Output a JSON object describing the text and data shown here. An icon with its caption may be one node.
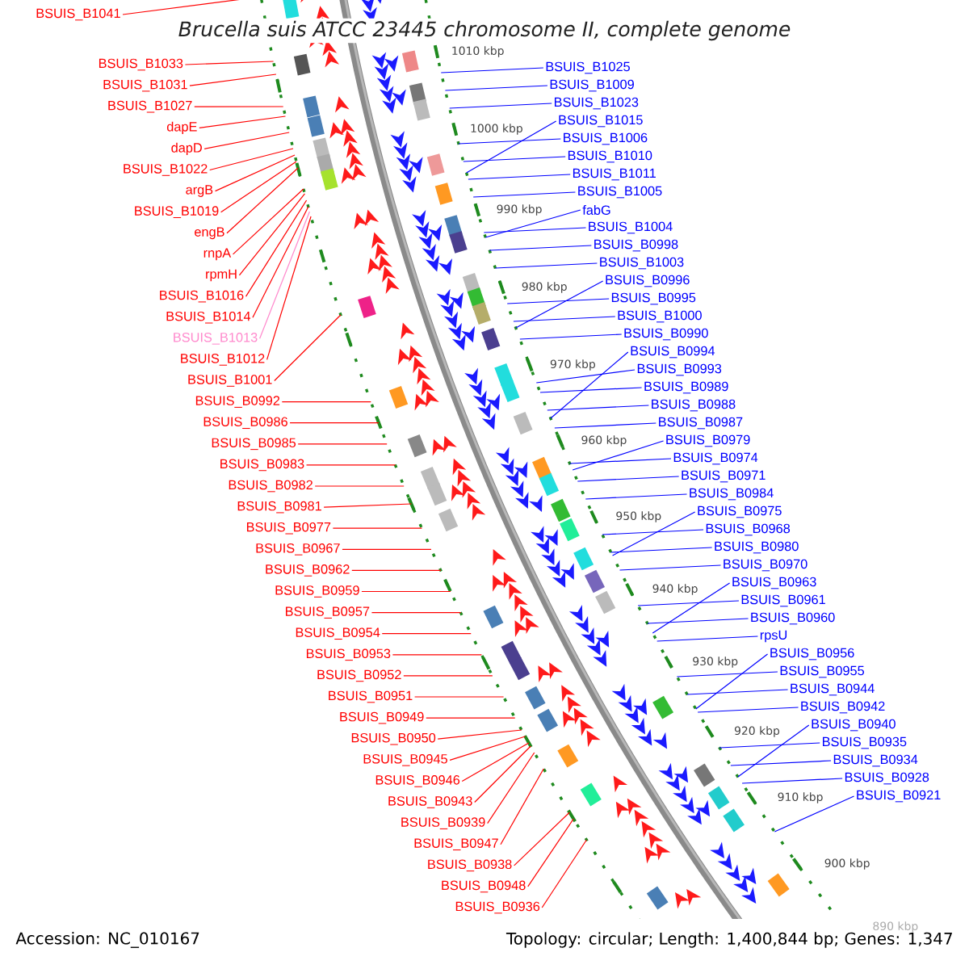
{
  "diagram": {
    "title": "Brucella suis ATCC 23445 chromosome II, complete genome",
    "nodes": [
      {
        "text": [
          "BSUIS_B1041"
        ]
      },
      {
        "text": [
          "BSUIS_B1033"
        ]
      },
      {
        "text": [
          "BSUIS_B1031"
        ]
      },
      {
        "text": [
          "BSUIS_B1027"
        ]
      },
      {
        "text": [
          "dapE"
        ]
      },
      {
        "text": [
          "dapD"
        ]
      },
      {
        "text": [
          "BSUIS_B1022"
        ]
      },
      {
        "text": [
          "argB"
        ]
      },
      {
        "text": [
          "BSUIS_B1019"
        ]
      },
      {
        "text": [
          "engB"
        ]
      },
      {
        "text": [
          "rnpA"
        ]
      },
      {
        "text": [
          "rpmH"
        ]
      },
      {
        "text": [
          "BSUIS_B1016"
        ]
      },
      {
        "text": [
          "BSUIS_B1014"
        ]
      },
      {
        "text": [
          "BSUIS_B1013"
        ]
      },
      {
        "text": [
          "BSUIS_B1012"
        ]
      },
      {
        "text": [
          "BSUIS_B1001"
        ]
      },
      {
        "text": [
          "BSUIS_B0992"
        ]
      },
      {
        "text": [
          "BSUIS_B0986"
        ]
      },
      {
        "text": [
          "BSUIS_B0985"
        ]
      },
      {
        "text": [
          "BSUIS_B0983"
        ]
      },
      {
        "text": [
          "BSUIS_B0982"
        ]
      },
      {
        "text": [
          "BSUIS_B0981"
        ]
      },
      {
        "text": [
          "BSUIS_B0977"
        ]
      },
      {
        "text": [
          "BSUIS_B0967"
        ]
      },
      {
        "text": [
          "BSUIS_B0962"
        ]
      },
      {
        "text": [
          "BSUIS_B0959"
        ]
      },
      {
        "text": [
          "BSUIS_B0957"
        ]
      },
      {
        "text": [
          "BSUIS_B0954"
        ]
      },
      {
        "text": [
          "BSUIS_B0953"
        ]
      },
      {
        "text": [
          "BSUIS_B0952"
        ]
      },
      {
        "text": [
          "BSUIS_B0951"
        ]
      },
      {
        "text": [
          "BSUIS_B0949"
        ]
      },
      {
        "text": [
          "BSUIS_B0950"
        ]
      },
      {
        "text": [
          "BSUIS_B0945"
        ]
      },
      {
        "text": [
          "BSUIS_B0946"
        ]
      },
      {
        "text": [
          "BSUIS_B0943"
        ]
      },
      {
        "text": [
          "BSUIS_B0939"
        ]
      },
      {
        "text": [
          "BSUIS_B0947"
        ]
      },
      {
        "text": [
          "BSUIS_B0938"
        ]
      },
      {
        "text": [
          "BSUIS_B0948"
        ]
      },
      {
        "text": [
          "BSUIS_B0936"
        ]
      },
      {
        "text": [
          "BSUIS_B1025"
        ]
      },
      {
        "text": [
          "BSUIS_B1009"
        ]
      },
      {
        "text": [
          "BSUIS_B1023"
        ]
      },
      {
        "text": [
          "BSUIS_B1015"
        ]
      },
      {
        "text": [
          "BSUIS_B1006"
        ]
      },
      {
        "text": [
          "BSUIS_B1010"
        ]
      },
      {
        "text": [
          "BSUIS_B1011"
        ]
      },
      {
        "text": [
          "BSUIS_B1005"
        ]
      },
      {
        "text": [
          "fabG"
        ]
      },
      {
        "text": [
          "BSUIS_B1004"
        ]
      },
      {
        "text": [
          "BSUIS_B0998"
        ]
      },
      {
        "text": [
          "BSUIS_B1003"
        ]
      },
      {
        "text": [
          "BSUIS_B0996"
        ]
      },
      {
        "text": [
          "BSUIS_B0995"
        ]
      },
      {
        "text": [
          "BSUIS_B1000"
        ]
      },
      {
        "text": [
          "BSUIS_B0990"
        ]
      },
      {
        "text": [
          "BSUIS_B0994"
        ]
      },
      {
        "text": [
          "BSUIS_B0993"
        ]
      },
      {
        "text": [
          "BSUIS_B0989"
        ]
      },
      {
        "text": [
          "BSUIS_B0988"
        ]
      },
      {
        "text": [
          "BSUIS_B0987"
        ]
      },
      {
        "text": [
          "BSUIS_B0979"
        ]
      },
      {
        "text": [
          "BSUIS_B0974"
        ]
      },
      {
        "text": [
          "BSUIS_B0971"
        ]
      },
      {
        "text": [
          "BSUIS_B0984"
        ]
      },
      {
        "text": [
          "BSUIS_B0975"
        ]
      },
      {
        "text": [
          "BSUIS_B0968"
        ]
      },
      {
        "text": [
          "BSUIS_B0980"
        ]
      },
      {
        "text": [
          "BSUIS_B0970"
        ]
      },
      {
        "text": [
          "BSUIS_B0963"
        ]
      },
      {
        "text": [
          "BSUIS_B0961"
        ]
      },
      {
        "text": [
          "BSUIS_B0960"
        ]
      },
      {
        "text": [
          "rpsU"
        ]
      },
      {
        "text": [
          "BSUIS_B0956"
        ]
      },
      {
        "text": [
          "BSUIS_B0955"
        ]
      },
      {
        "text": [
          "BSUIS_B0944"
        ]
      },
      {
        "text": [
          "BSUIS_B0942"
        ]
      },
      {
        "text": [
          "BSUIS_B0940"
        ]
      },
      {
        "text": [
          "BSUIS_B0935"
        ]
      },
      {
        "text": [
          "BSUIS_B0934"
        ]
      },
      {
        "text": [
          "BSUIS_B0928"
        ]
      },
      {
        "text": [
          "BSUIS_B0921"
        ]
      }
    ],
    "edges": [
      {
        "from": 0,
        "to": null,
        "arrow": "none",
        "color": "#ff0000"
      },
      {
        "from": 1,
        "to": null,
        "arrow": "none",
        "color": "#ff0000"
      },
      {
        "from": 2,
        "to": null,
        "arrow": "none",
        "color": "#ff0000"
      },
      {
        "from": 3,
        "to": null,
        "arrow": "none",
        "color": "#ff0000"
      },
      {
        "from": 4,
        "to": null,
        "arrow": "none",
        "color": "#ff0000"
      },
      {
        "from": 5,
        "to": null,
        "arrow": "none",
        "color": "#ff0000"
      },
      {
        "from": 6,
        "to": null,
        "arrow": "none",
        "color": "#ff0000"
      },
      {
        "from": 7,
        "to": null,
        "arrow": "none",
        "color": "#ff0000"
      },
      {
        "from": 8,
        "to": null,
        "arrow": "none",
        "color": "#ff0000"
      },
      {
        "from": 9,
        "to": null,
        "arrow": "none",
        "color": "#ff0000"
      },
      {
        "from": 10,
        "to": null,
        "arrow": "none",
        "color": "#ff0000"
      },
      {
        "from": 11,
        "to": null,
        "arrow": "none",
        "color": "#ff0000"
      },
      {
        "from": 12,
        "to": null,
        "arrow": "none",
        "color": "#ff0000"
      },
      {
        "from": 13,
        "to": null,
        "arrow": "none",
        "color": "#ff0000"
      },
      {
        "from": 14,
        "to": null,
        "arrow": "none",
        "color": "#ff88cc"
      },
      {
        "from": 15,
        "to": null,
        "arrow": "none",
        "color": "#ff0000"
      },
      {
        "from": 16,
        "to": null,
        "arrow": "none",
        "color": "#ff0000"
      },
      {
        "from": 17,
        "to": null,
        "arrow": "none",
        "color": "#ff0000"
      },
      {
        "from": 18,
        "to": null,
        "arrow": "none",
        "color": "#ff0000"
      },
      {
        "from": 19,
        "to": null,
        "arrow": "none",
        "color": "#ff0000"
      },
      {
        "from": 20,
        "to": null,
        "arrow": "none",
        "color": "#ff0000"
      },
      {
        "from": 21,
        "to": null,
        "arrow": "none",
        "color": "#ff0000"
      },
      {
        "from": 22,
        "to": null,
        "arrow": "none",
        "color": "#ff0000"
      },
      {
        "from": 23,
        "to": null,
        "arrow": "none",
        "color": "#ff0000"
      },
      {
        "from": 24,
        "to": null,
        "arrow": "none",
        "color": "#ff0000"
      },
      {
        "from": 25,
        "to": null,
        "arrow": "none",
        "color": "#ff0000"
      },
      {
        "from": 26,
        "to": null,
        "arrow": "none",
        "color": "#ff0000"
      },
      {
        "from": 27,
        "to": null,
        "arrow": "none",
        "color": "#ff0000"
      },
      {
        "from": 28,
        "to": null,
        "arrow": "none",
        "color": "#ff0000"
      },
      {
        "from": 29,
        "to": null,
        "arrow": "none",
        "color": "#ff0000"
      },
      {
        "from": 30,
        "to": null,
        "arrow": "none",
        "color": "#ff0000"
      },
      {
        "from": 31,
        "to": null,
        "arrow": "none",
        "color": "#ff0000"
      },
      {
        "from": 32,
        "to": null,
        "arrow": "none",
        "color": "#ff0000"
      },
      {
        "from": 33,
        "to": null,
        "arrow": "none",
        "color": "#ff0000"
      },
      {
        "from": 34,
        "to": null,
        "arrow": "none",
        "color": "#ff0000"
      },
      {
        "from": 35,
        "to": null,
        "arrow": "none",
        "color": "#ff0000"
      },
      {
        "from": 36,
        "to": null,
        "arrow": "none",
        "color": "#ff0000"
      },
      {
        "from": 37,
        "to": null,
        "arrow": "none",
        "color": "#ff0000"
      },
      {
        "from": 38,
        "to": null,
        "arrow": "none",
        "color": "#ff0000"
      },
      {
        "from": 39,
        "to": null,
        "arrow": "none",
        "color": "#ff0000"
      },
      {
        "from": 40,
        "to": null,
        "arrow": "none",
        "color": "#ff0000"
      },
      {
        "from": 41,
        "to": null,
        "arrow": "none",
        "color": "#ff0000"
      },
      {
        "from": 42,
        "to": null,
        "arrow": "none",
        "color": "#0000ff"
      },
      {
        "from": 43,
        "to": null,
        "arrow": "none",
        "color": "#0000ff"
      },
      {
        "from": 44,
        "to": null,
        "arrow": "none",
        "color": "#0000ff"
      },
      {
        "from": 45,
        "to": null,
        "arrow": "none",
        "color": "#0000ff"
      },
      {
        "from": 46,
        "to": null,
        "arrow": "none",
        "color": "#0000ff"
      },
      {
        "from": 47,
        "to": null,
        "arrow": "none",
        "color": "#0000ff"
      },
      {
        "from": 48,
        "to": null,
        "arrow": "none",
        "color": "#0000ff"
      },
      {
        "from": 49,
        "to": null,
        "arrow": "none",
        "color": "#0000ff"
      },
      {
        "from": 50,
        "to": null,
        "arrow": "none",
        "color": "#0000ff"
      },
      {
        "from": 51,
        "to": null,
        "arrow": "none",
        "color": "#0000ff"
      },
      {
        "from": 52,
        "to": null,
        "arrow": "none",
        "color": "#0000ff"
      },
      {
        "from": 53,
        "to": null,
        "arrow": "none",
        "color": "#0000ff"
      },
      {
        "from": 54,
        "to": null,
        "arrow": "none",
        "color": "#0000ff"
      },
      {
        "from": 55,
        "to": null,
        "arrow": "none",
        "color": "#0000ff"
      },
      {
        "from": 56,
        "to": null,
        "arrow": "none",
        "color": "#0000ff"
      },
      {
        "from": 57,
        "to": null,
        "arrow": "none",
        "color": "#0000ff"
      },
      {
        "from": 58,
        "to": null,
        "arrow": "none",
        "color": "#0000ff"
      },
      {
        "from": 59,
        "to": null,
        "arrow": "none",
        "color": "#0000ff"
      },
      {
        "from": 60,
        "to": null,
        "arrow": "none",
        "color": "#0000ff"
      },
      {
        "from": 61,
        "to": null,
        "arrow": "none",
        "color": "#0000ff"
      },
      {
        "from": 62,
        "to": null,
        "arrow": "none",
        "color": "#0000ff"
      },
      {
        "from": 63,
        "to": null,
        "arrow": "none",
        "color": "#0000ff"
      },
      {
        "from": 64,
        "to": null,
        "arrow": "none",
        "color": "#0000ff"
      },
      {
        "from": 65,
        "to": null,
        "arrow": "none",
        "color": "#0000ff"
      },
      {
        "from": 66,
        "to": null,
        "arrow": "none",
        "color": "#0000ff"
      },
      {
        "from": 67,
        "to": null,
        "arrow": "none",
        "color": "#0000ff"
      },
      {
        "from": 68,
        "to": null,
        "arrow": "none",
        "color": "#0000ff"
      },
      {
        "from": 69,
        "to": null,
        "arrow": "none",
        "color": "#0000ff"
      },
      {
        "from": 70,
        "to": null,
        "arrow": "none",
        "color": "#0000ff"
      },
      {
        "from": 71,
        "to": null,
        "arrow": "none",
        "color": "#0000ff"
      },
      {
        "from": 72,
        "to": null,
        "arrow": "none",
        "color": "#0000ff"
      },
      {
        "from": 73,
        "to": null,
        "arrow": "none",
        "color": "#0000ff"
      },
      {
        "from": 74,
        "to": null,
        "arrow": "none",
        "color": "#0000ff"
      },
      {
        "from": 75,
        "to": null,
        "arrow": "none",
        "color": "#0000ff"
      },
      {
        "from": 76,
        "to": null,
        "arrow": "none",
        "color": "#0000ff"
      },
      {
        "from": 77,
        "to": null,
        "arrow": "none",
        "color": "#0000ff"
      },
      {
        "from": 78,
        "to": null,
        "arrow": "none",
        "color": "#0000ff"
      },
      {
        "from": 79,
        "to": null,
        "arrow": "none",
        "color": "#0000ff"
      },
      {
        "from": 80,
        "to": null,
        "arrow": "none",
        "color": "#0000ff"
      },
      {
        "from": 81,
        "to": null,
        "arrow": "none",
        "color": "#0000ff"
      },
      {
        "from": 82,
        "to": null,
        "arrow": "none",
        "color": "#0000ff"
      },
      {
        "from": 83,
        "to": null,
        "arrow": "none",
        "color": "#0000ff"
      }
    ],
    "labels": [
      "1010 kbp",
      "1000 kbp",
      "990 kbp",
      "980 kbp",
      "970 kbp",
      "960 kbp",
      "950 kbp",
      "940 kbp",
      "930 kbp",
      "920 kbp",
      "910 kbp",
      "900 kbp",
      "890 kbp",
      "Accession: NC_010167",
      "Topology: circular; Length: 1,400,844 bp; Genes: 1,347"
    ]
  }
}
